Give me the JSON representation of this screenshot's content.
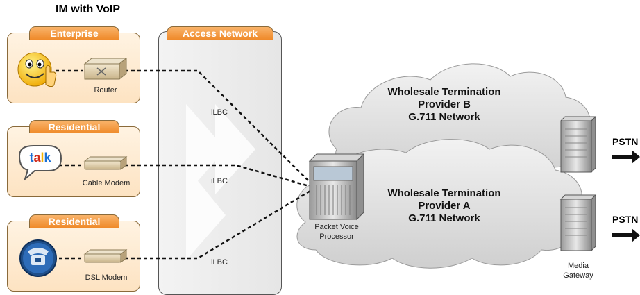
{
  "title": "IM with VoIP",
  "panels": {
    "enterprise": "Enterprise",
    "access_network": "Access Network",
    "residential_1": "Residential",
    "residential_2": "Residential"
  },
  "devices": {
    "router": "Router",
    "cable_modem": "Cable Modem",
    "dsl_modem": "DSL Modem",
    "packet_voice_processor": "Packet Voice\nProcessor",
    "media_gateway": "Media\nGateway"
  },
  "codecs": [
    "iLBC",
    "iLBC",
    "iLBC"
  ],
  "clouds": {
    "provider_b": "Wholesale Termination\nProvider B\nG.711 Network",
    "provider_a": "Wholesale Termination\nProvider A\nG.711 Network"
  },
  "pstn": [
    "PSTN",
    "PSTN"
  ],
  "icons": {
    "smiley": "smiley-thumbs-up-icon",
    "talk": "talk-bubble-icon",
    "phone": "telephone-icon"
  }
}
